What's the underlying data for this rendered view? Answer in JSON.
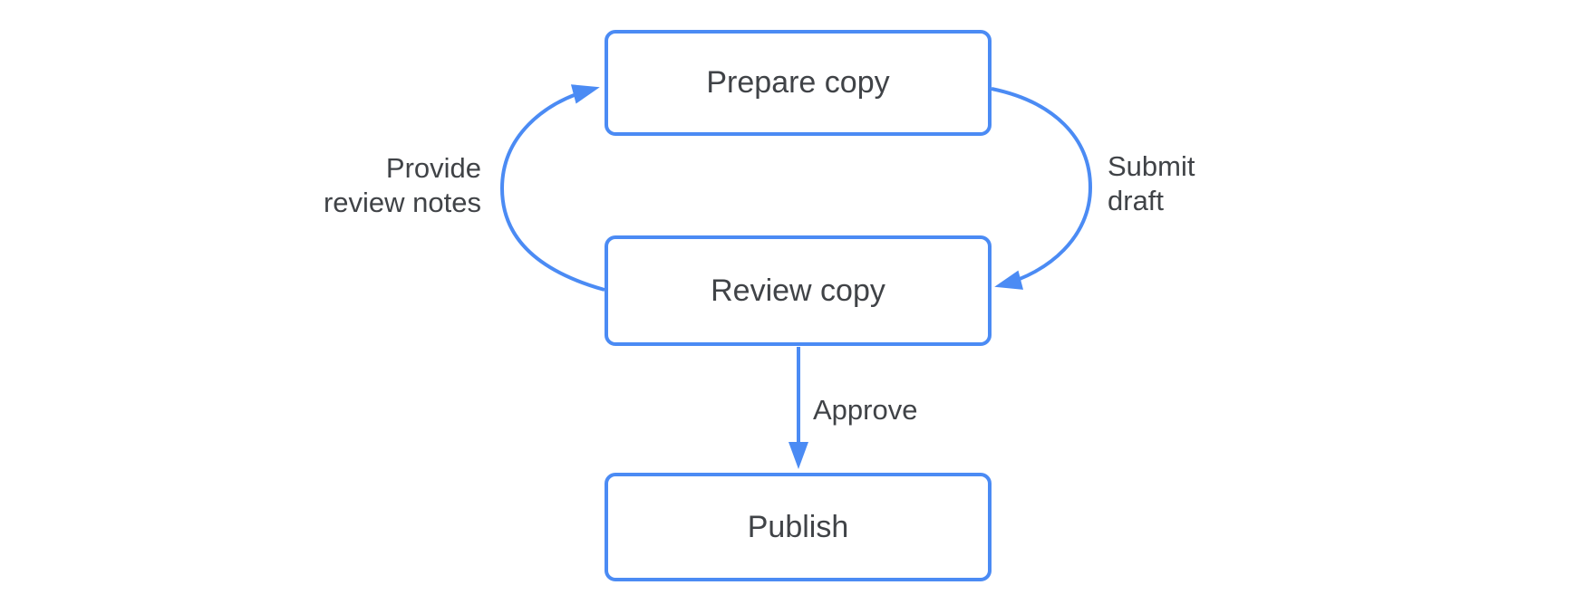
{
  "diagram": {
    "type": "flowchart",
    "direction": "top-down-with-feedback-loop",
    "colors": {
      "accent": "#4b8bf4",
      "text": "#404347",
      "node_fill": "#ffffff",
      "background": "#ffffff"
    },
    "nodes": [
      {
        "id": "prepare-copy",
        "label": "Prepare copy"
      },
      {
        "id": "review-copy",
        "label": "Review copy"
      },
      {
        "id": "publish",
        "label": "Publish"
      }
    ],
    "edges": [
      {
        "from": "Review copy",
        "to": "Prepare copy",
        "label": "Provide review notes",
        "label_lines": [
          "Provide",
          "review notes"
        ],
        "shape": "left-semicircle-arc",
        "arrowhead": "solid-triangle"
      },
      {
        "from": "Prepare copy",
        "to": "Review copy",
        "label": "Submit draft",
        "label_lines": [
          "Submit",
          "draft"
        ],
        "shape": "right-semicircle-arc",
        "arrowhead": "solid-triangle"
      },
      {
        "from": "Review copy",
        "to": "Publish",
        "label": "Approve",
        "label_lines": [
          "Approve"
        ],
        "shape": "straight-vertical",
        "arrowhead": "solid-triangle"
      }
    ]
  }
}
